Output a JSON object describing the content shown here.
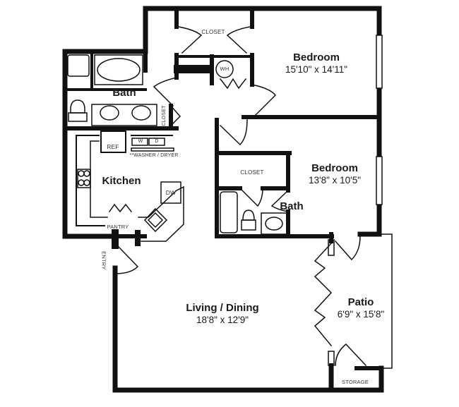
{
  "floor_plan": {
    "rooms": [
      {
        "id": "bedroom-1",
        "name": "Bedroom",
        "dimensions": "15'10\" x 14'11\""
      },
      {
        "id": "bedroom-2",
        "name": "Bedroom",
        "dimensions": "13'8\" x 10'5\""
      },
      {
        "id": "bath-1",
        "name": "Bath"
      },
      {
        "id": "bath-2",
        "name": "Bath"
      },
      {
        "id": "kitchen",
        "name": "Kitchen"
      },
      {
        "id": "living-dining",
        "name": "Living / Dining",
        "dimensions": "18'8\" x 12'9\""
      },
      {
        "id": "patio",
        "name": "Patio",
        "dimensions": "6'9\" x 15'8\""
      }
    ],
    "labels": {
      "closet_top": "CLOSET",
      "closet_bath": "CLOSET",
      "closet_bedroom2": "CLOSET",
      "water_heater": "WH",
      "refrigerator": "REF",
      "washer": "W",
      "dryer": "D",
      "washer_dryer": "**WASHER / DRYER",
      "dishwasher": "DW",
      "pantry": "PANTRY",
      "entry": "ENTRY",
      "storage": "STORAGE"
    },
    "colors": {
      "wall": "#111111",
      "background": "#ffffff",
      "text": "#1a1a1a"
    }
  }
}
